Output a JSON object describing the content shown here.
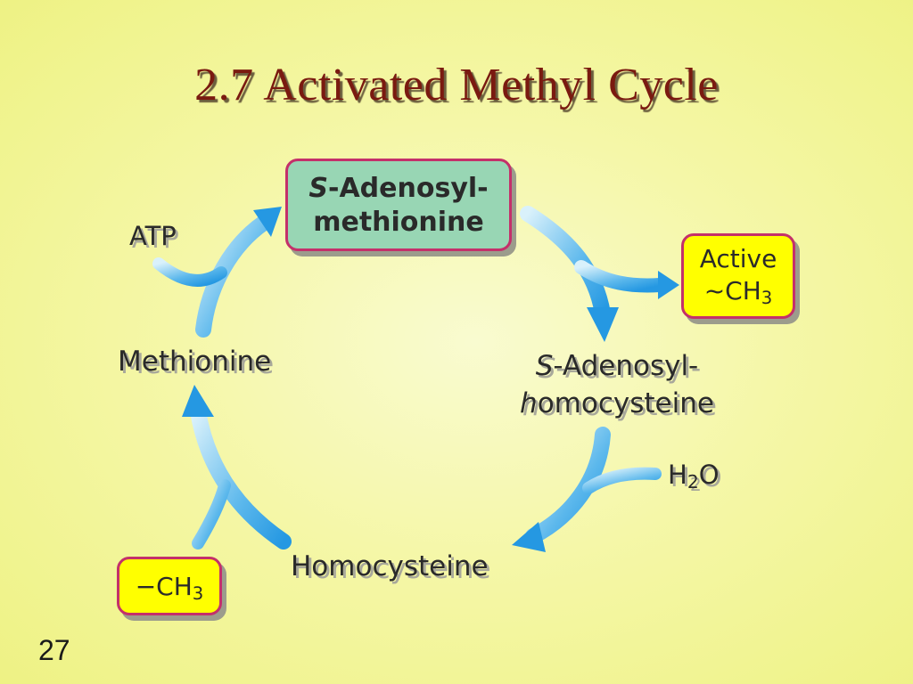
{
  "title": "2.7 Activated Methyl Cycle",
  "page_number": "27",
  "nodes": {
    "sam": {
      "italic": "S",
      "rest": "-Adenosyl-",
      "line2": "methionine"
    },
    "sah": {
      "italic1": "S",
      "rest1": "-Adenosyl-",
      "italic2": "h",
      "rest2": "omocysteine"
    },
    "homocysteine": "Homocysteine",
    "methionine": "Methionine"
  },
  "inputs": {
    "atp": "ATP",
    "water": {
      "base": "H",
      "sub": "2",
      "tail": "O"
    },
    "methyl_in": {
      "base": "−CH",
      "sub": "3"
    }
  },
  "outputs": {
    "active_methyl": {
      "line1": "Active",
      "base": "~CH",
      "sub": "3"
    }
  },
  "colors": {
    "arrow": "#3aa6e6",
    "sam_box": "#98d6b4",
    "highlight_box": "#ffff00",
    "box_border": "#c4306a",
    "title": "#7a1a10"
  }
}
